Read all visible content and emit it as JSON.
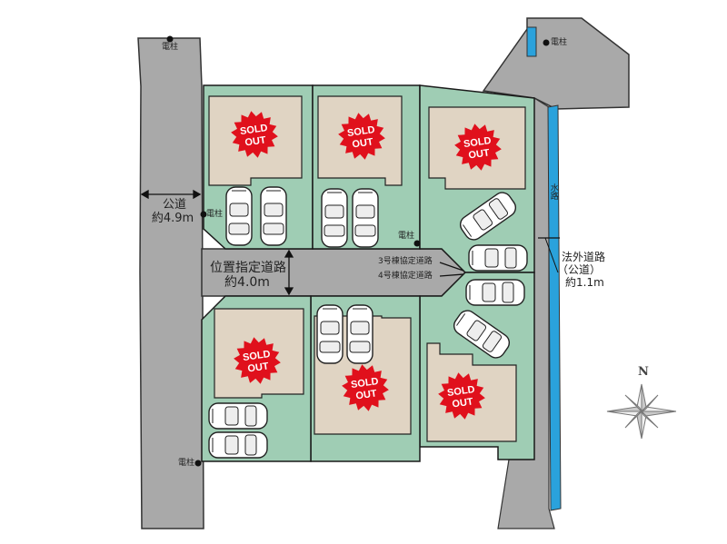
{
  "labels": {
    "public_road_west": "公道",
    "public_road_west_width": "約4.9m",
    "designated_road": "位置指定道路",
    "designated_road_width": "約4.0m",
    "road_for_house3": "3号棟協定道路",
    "road_for_house4": "4号棟協定道路",
    "extralegal_road": "法外道路",
    "extralegal_road_sub": "（公道）",
    "extralegal_road_width": "約1.1m",
    "waterway": "水路",
    "utility_pole": "電柱",
    "north": "N"
  },
  "stamp": {
    "line1": "SOLD",
    "line2": "OUT",
    "color": "#e0101c"
  },
  "colors": {
    "road": "#a9a9a9",
    "lot": "#9fcdb4",
    "building": "#e0d4c3",
    "waterway": "#2aa2dc",
    "outline": "#1a1a1a"
  }
}
